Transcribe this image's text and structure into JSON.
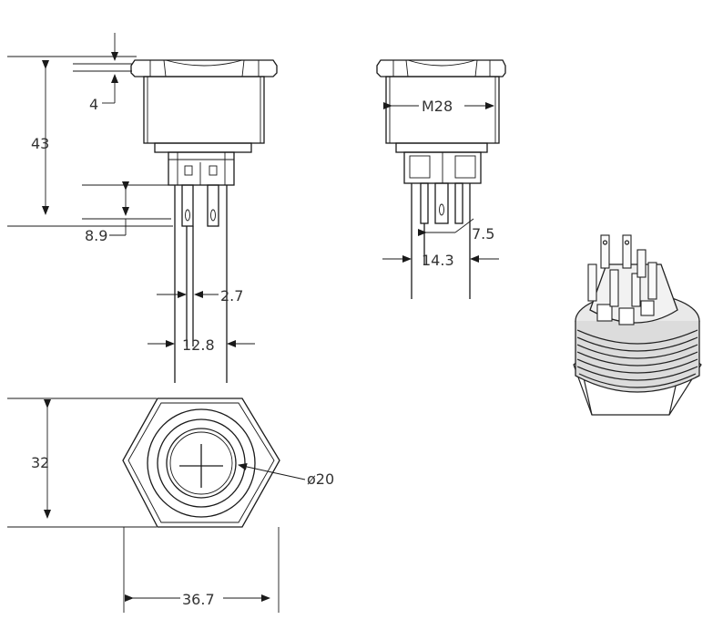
{
  "diagram": {
    "dimensions": {
      "bezel_height": "4",
      "total_height": "43",
      "terminal_offset": "8.9",
      "terminal_width": "2.7",
      "terminal_span": "12.8",
      "thread": "M28",
      "pin_pitch_small": "7.5",
      "pin_pitch_large": "14.3",
      "hex_height": "32",
      "button_diameter": "ø20",
      "hex_width": "36.7"
    },
    "colors": {
      "line": "#1a1a1a",
      "text": "#333333",
      "background": "#ffffff"
    }
  }
}
